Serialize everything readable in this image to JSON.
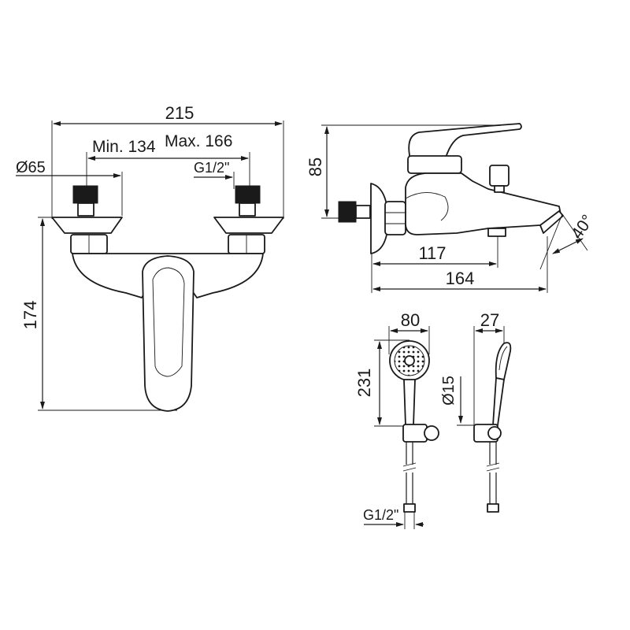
{
  "dimensions": {
    "overall_width": "215",
    "min_spacing": "Min. 134",
    "max_spacing": "Max. 166",
    "diameter_flange": "Ø65",
    "thread_top": "G1/2\"",
    "height_front": "174",
    "height_side": "85",
    "spout_reach": "117",
    "overall_depth": "164",
    "spout_angle": "40°",
    "shower_head_width": "80",
    "shower_head_height": "231",
    "shower_head_depth": "27",
    "handle_diameter": "Ø15",
    "thread_hose": "G1/2\""
  }
}
